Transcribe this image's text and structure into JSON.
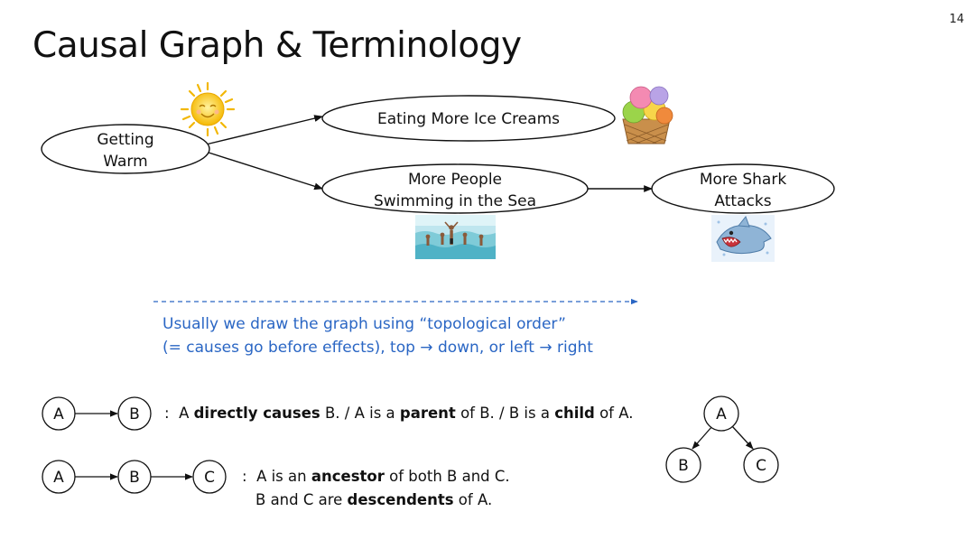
{
  "slide": {
    "number": "14",
    "title": "Causal Graph & Terminology"
  },
  "graph": {
    "nodes": {
      "getting_warm": [
        "Getting",
        "Warm"
      ],
      "ice_creams": [
        "Eating More Ice Creams"
      ],
      "swimming": [
        "More People",
        "Swimming in the Sea"
      ],
      "shark": [
        "More Shark",
        "Attacks"
      ]
    },
    "images": [
      "sun-icon",
      "ice-cream-icon",
      "swimmers-photo",
      "shark-icon"
    ]
  },
  "note": {
    "line1": "Usually we draw the graph using “topological order”",
    "line2": "(= causes go before effects), top → down, or left → right"
  },
  "examples": {
    "nodes": {
      "a": "A",
      "b": "B",
      "c": "C"
    },
    "def1": {
      "sep": ":",
      "p1": "A ",
      "b1": "directly causes",
      "p2": " B. / A is a ",
      "b2": "parent",
      "p3": " of B. / B is a ",
      "b3": "child",
      "p4": " of A."
    },
    "def2": {
      "sep": ":",
      "p1": "A is an ",
      "b1": "ancestor",
      "p2": " of both B and C.",
      "p3": "B and C are ",
      "b2": "descendents",
      "p4": " of A."
    }
  },
  "colors": {
    "note": "#2a66c4",
    "sun": "#f7c81e",
    "shark": "#8fb4d6"
  }
}
